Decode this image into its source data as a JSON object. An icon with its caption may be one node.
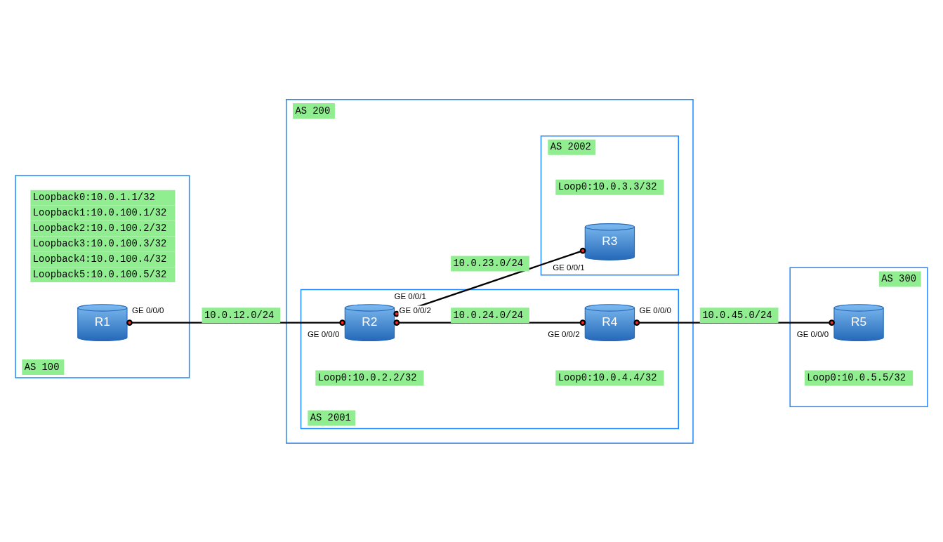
{
  "diagram": {
    "nodes": [
      {
        "text": [
          "AS 100"
        ]
      },
      {
        "text": [
          "R1"
        ],
        "in": 0,
        "beside": [
          "Loopback0:10.0.1.1/32",
          "Loopback1:10.0.100.1/32",
          "Loopback2:10.0.100.2/32",
          "Loopback3:10.0.100.3/32",
          "Loopback4:10.0.100.4/32",
          "Loopback5:10.0.100.5/32",
          "GE 0/0/0"
        ]
      },
      {
        "text": [
          "AS 200"
        ]
      },
      {
        "text": [
          "AS 2002"
        ],
        "in": 2
      },
      {
        "text": [
          "R3"
        ],
        "in": 3,
        "beside": [
          "Loop0:10.0.3.3/32",
          "GE 0/0/1"
        ]
      },
      {
        "text": [
          "AS 2001"
        ],
        "in": 2
      },
      {
        "text": [
          "R2"
        ],
        "in": 5,
        "beside": [
          "GE 0/0/0",
          "GE 0/0/1",
          "GE 0/0/2",
          "Loop0:10.0.2.2/32"
        ]
      },
      {
        "text": [
          "R4"
        ],
        "in": 5,
        "beside": [
          "GE 0/0/2",
          "Loop0:10.0.4.4/32",
          "GE 0/0/0"
        ]
      },
      {
        "text": [
          "AS 300"
        ]
      },
      {
        "text": [
          "R5"
        ],
        "in": 8,
        "beside": [
          "GE 0/0/0",
          "Loop0:10.0.5.5/32"
        ]
      }
    ],
    "edges": [
      {
        "from": 1,
        "to": 6,
        "arrow": "other",
        "label": "10.0.12.0/24"
      },
      {
        "from": 6,
        "to": 4,
        "arrow": "other",
        "label": "10.0.23.0/24"
      },
      {
        "from": 6,
        "to": 7,
        "arrow": "other",
        "label": "10.0.24.0/24"
      },
      {
        "from": 7,
        "to": 9,
        "arrow": "other",
        "label": "10.0.45.0/24"
      }
    ]
  }
}
